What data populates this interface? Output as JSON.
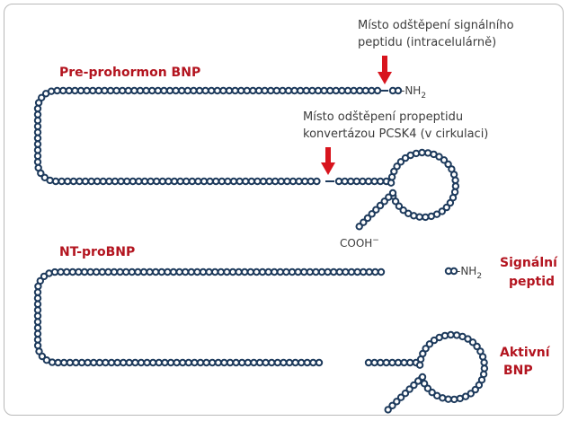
{
  "labels": {
    "pre_prohormon": "Pre-prohormon BNP",
    "nt_probnp": "NT-proBNP",
    "signal_peptide_line1": "Signální",
    "signal_peptide_line2": "peptid",
    "active_bnp_line1": "Aktivní",
    "active_bnp_line2": "BNP",
    "signal_cleavage_line1": "Místo odštěpení signálního",
    "signal_cleavage_line2": "peptidu (intracelulárně)",
    "propeptide_cleavage_line1": "Místo odštěpení propeptidu",
    "propeptide_cleavage_line2": "konvertázou PCSK4 (v cirkulaci)",
    "nh2": "-NH",
    "nh2_sub": "2",
    "cooh": "COOH",
    "cooh_sup": "−"
  },
  "colors": {
    "bead": "#1d3a5c",
    "bead_fill": "#ffffff",
    "accent_red": "#b3141f",
    "arrow_red": "#d8141d",
    "text_gray": "#3c3c3c",
    "border": "#b9b9b9"
  }
}
